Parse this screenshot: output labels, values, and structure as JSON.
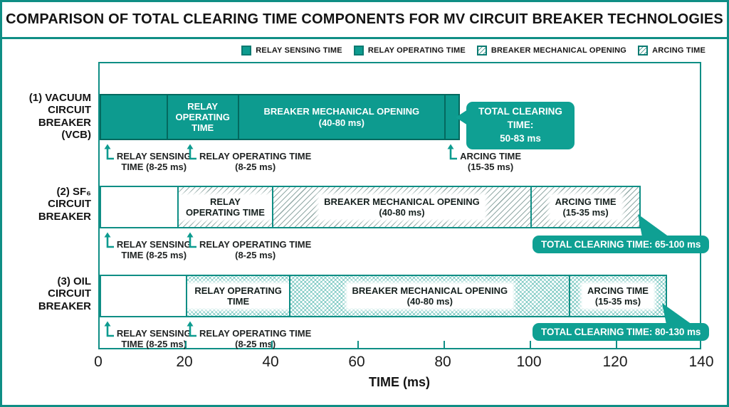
{
  "title": "COMPARISON OF TOTAL CLEARING TIME COMPONENTS FOR MV CIRCUIT BREAKER TECHNOLOGIES",
  "legend": {
    "items": [
      {
        "label": "RELAY SENSING TIME",
        "style": "solid"
      },
      {
        "label": "RELAY OPERATING TIME",
        "style": "solid"
      },
      {
        "label": "BREAKER MECHANICAL OPENING",
        "style": "hatch"
      },
      {
        "label": "ARCING TIME",
        "style": "hatch"
      }
    ]
  },
  "colors": {
    "teal_solid": "#0d9b8f",
    "teal_border": "#0f8e85",
    "teal_dark": "#04695f",
    "callout_bg": "#0fa093",
    "text": "#141414"
  },
  "chart_data": {
    "type": "bar",
    "orientation": "horizontal_stacked_timeline",
    "title": "COMPARISON OF TOTAL CLEARING TIME COMPONENTS FOR MV CIRCUIT BREAKER TECHNOLOGIES",
    "xlabel": "TIME (ms)",
    "xlim": [
      0,
      140
    ],
    "x_ticks": [
      0,
      20,
      40,
      60,
      80,
      100,
      120,
      140
    ],
    "legend_position": "top-right",
    "rows": [
      {
        "key": "vcb",
        "label": "(1) VACUUM\nCIRCUIT\nBREAKER\n(VCB)",
        "fill": "solid",
        "segments": [
          {
            "name": "RELAY SENSING TIME",
            "start_ms": 0,
            "end_ms": 15.5,
            "label": "",
            "sub": ""
          },
          {
            "name": "RELAY OPERATING TIME",
            "start_ms": 15.5,
            "end_ms": 32,
            "label": "RELAY OPERATING TIME",
            "sub": ""
          },
          {
            "name": "BREAKER MECHANICAL OPENING",
            "start_ms": 32,
            "end_ms": 80,
            "label": "BREAKER MECHANICAL OPENING",
            "sub": "(40-80 ms)"
          },
          {
            "name": "ARCING TIME",
            "start_ms": 80,
            "end_ms": 83,
            "label": "",
            "sub": ""
          }
        ],
        "annotations": [
          {
            "at_ms": 1.8,
            "text": "RELAY SENSING\nTIME (8-25 ms)"
          },
          {
            "at_ms": 21,
            "text": "RELAY OPERATING TIME\n(8-25 ms)"
          },
          {
            "at_ms": 81.5,
            "text": "ARCING TIME\n(15-35 ms)"
          }
        ],
        "total_clearing_time": {
          "label": "TOTAL CLEARING TIME:",
          "value": "50-83 ms"
        }
      },
      {
        "key": "sf6",
        "label": "(2) SF₆\nCIRCUIT\nBREAKER",
        "fill": "diagonal",
        "segments": [
          {
            "name": "RELAY SENSING TIME",
            "start_ms": 0,
            "end_ms": 18,
            "label": "",
            "sub": ""
          },
          {
            "name": "RELAY OPERATING TIME",
            "start_ms": 18,
            "end_ms": 40,
            "label": "RELAY OPERATING TIME",
            "sub": ""
          },
          {
            "name": "BREAKER MECHANICAL OPENING",
            "start_ms": 40,
            "end_ms": 100,
            "label": "BREAKER MECHANICAL OPENING",
            "sub": "(40-80 ms)"
          },
          {
            "name": "ARCING TIME",
            "start_ms": 100,
            "end_ms": 125,
            "label": "ARCING TIME",
            "sub": "(15-35 ms)"
          }
        ],
        "annotations": [
          {
            "at_ms": 1.8,
            "text": "RELAY SENSING\nTIME (8-25 ms)"
          },
          {
            "at_ms": 21,
            "text": "RELAY OPERATING TIME\n(8-25 ms)"
          }
        ],
        "total_clearing_time": {
          "label": "TOTAL CLEARING TIME:",
          "value": "65-100 ms"
        }
      },
      {
        "key": "oil",
        "label": "(3) OIL\nCIRCUIT\nBREAKER",
        "fill": "cross",
        "segments": [
          {
            "name": "RELAY SENSING TIME",
            "start_ms": 0,
            "end_ms": 20,
            "label": "",
            "sub": ""
          },
          {
            "name": "RELAY OPERATING TIME",
            "start_ms": 20,
            "end_ms": 44,
            "label": "RELAY OPERATING TIME",
            "sub": ""
          },
          {
            "name": "BREAKER MECHANICAL OPENING",
            "start_ms": 44,
            "end_ms": 109,
            "label": "BREAKER MECHANICAL OPENING",
            "sub": "(40-80 ms)"
          },
          {
            "name": "ARCING TIME",
            "start_ms": 109,
            "end_ms": 131,
            "label": "ARCING TIME",
            "sub": "(15-35 ms)"
          }
        ],
        "annotations": [
          {
            "at_ms": 1.8,
            "text": "RELAY SENSING\nTIME (8-25 ms)"
          },
          {
            "at_ms": 21,
            "text": "RELAY OPERATING TIME\n(8-25 ms)"
          }
        ],
        "total_clearing_time": {
          "label": "TOTAL CLEARING TIME:",
          "value": "80-130 ms"
        }
      }
    ]
  }
}
